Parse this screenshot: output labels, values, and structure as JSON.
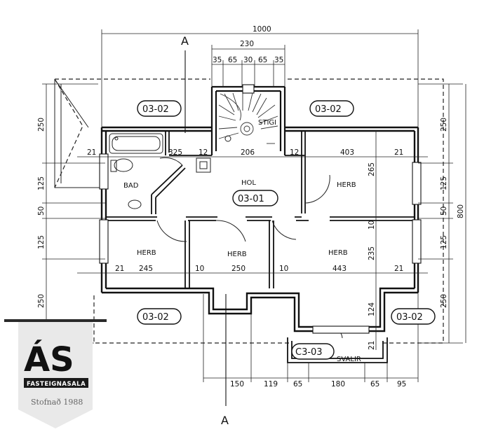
{
  "section_marks": {
    "top": "A",
    "bottom": "A"
  },
  "dimensions": {
    "top_overall": "1000",
    "top_stair": "230",
    "top_stair_parts": [
      "35",
      "65",
      "30",
      "65",
      "35"
    ],
    "left_vertical": [
      "250",
      "125",
      "50",
      "125",
      "250"
    ],
    "right_vertical": [
      "250",
      "125",
      "50",
      "125",
      "250"
    ],
    "right_overall": "800",
    "row1": [
      "21",
      "325",
      "12",
      "206",
      "12",
      "403",
      "21"
    ],
    "row2": [
      "21",
      "245",
      "10",
      "250",
      "10",
      "443",
      "21"
    ],
    "inner_vertical": [
      "265",
      "10",
      "235",
      "124",
      "21"
    ],
    "bottom": [
      "150",
      "119",
      "65",
      "180",
      "65",
      "95"
    ]
  },
  "rooms": {
    "bad": "BAD",
    "hol": "HOL",
    "stigi": "STIGI",
    "herb_top_right": "HERB",
    "herb_left": "HERB",
    "herb_middle": "HERB",
    "herb_right": "HERB",
    "svalir": "SVALIR"
  },
  "codes": {
    "roof_top_left": "03-02",
    "roof_top_right": "03-02",
    "hol": "03-01",
    "roof_bottom_left": "03-02",
    "roof_bottom_right": "03-02",
    "balcony": "C3-03"
  },
  "logo": {
    "mark": "ÁS",
    "name": "FASTEIGNASALA",
    "founded": "Stofnað 1988",
    "colors": {
      "dark": "#1a1a1a",
      "plate": "#e9e9e9",
      "bar": "#2a2a2a"
    }
  }
}
